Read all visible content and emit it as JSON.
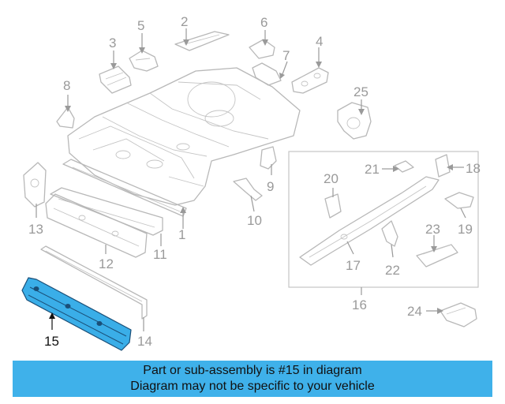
{
  "callouts": {
    "c1": "1",
    "c2": "2",
    "c3": "3",
    "c4": "4",
    "c5": "5",
    "c6": "6",
    "c7": "7",
    "c8": "8",
    "c9": "9",
    "c10": "10",
    "c11": "11",
    "c12": "12",
    "c13": "13",
    "c14": "14",
    "c15": "15",
    "c16": "16",
    "c17": "17",
    "c18": "18",
    "c19": "19",
    "c20": "20",
    "c21": "21",
    "c22": "22",
    "c23": "23",
    "c24": "24",
    "c25": "25"
  },
  "highlight": {
    "part": "15",
    "color": "#3aaee8"
  },
  "caption": {
    "line1": "Part or sub-assembly is #15 in diagram",
    "line2": "Diagram may not be specific to your vehicle",
    "background": "#3fb1ea"
  }
}
